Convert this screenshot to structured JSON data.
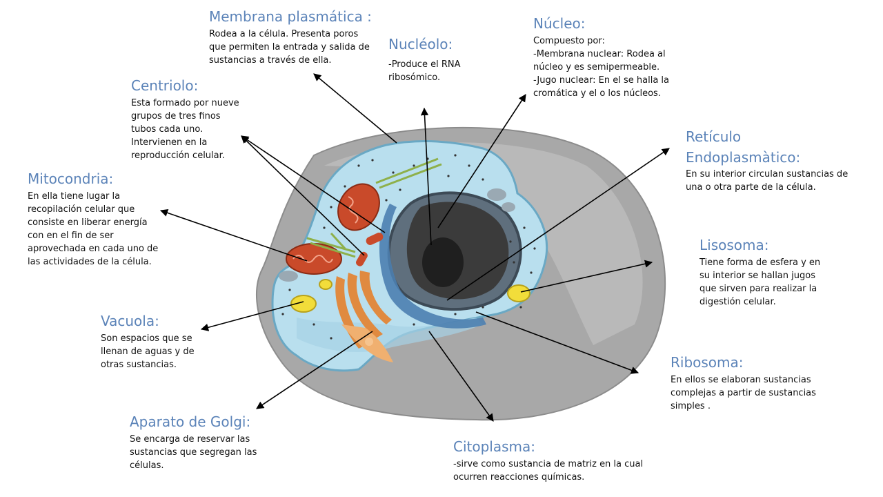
{
  "labels": {
    "membrana": {
      "title": "Membrana plasmática :",
      "desc": "Rodea a la célula. Presenta  poros\nque permiten la entrada y salida de\nsustancias a través de ella."
    },
    "nucleolo": {
      "title": "Nucléolo:",
      "desc": "-Produce el RNA\nribosómico."
    },
    "nucleo": {
      "title": "Núcleo:",
      "desc": "Compuesto por:\n-Membrana nuclear: Rodea al\nnúcleo y es semipermeable.\n-Jugo nuclear: En el se halla la\ncromática y el o los núcleos."
    },
    "centriolo": {
      "title": "Centriolo:",
      "desc": "Esta formado por nueve\ngrupos de tres finos\ntubos cada uno.\nIntervienen en la\nreproducción celular."
    },
    "reticulo": {
      "title": "Retículo\nEndoplasmàtico:",
      "desc": "En su interior circulan sustancias de\nuna o otra parte de la célula."
    },
    "mitocondria": {
      "title": "Mitocondria:",
      "desc": "En ella tiene lugar la\nrecopilación celular que\nconsiste en liberar energía\ncon en el fin de ser\naprovechada en cada uno de\nlas actividades de la célula."
    },
    "lisosoma": {
      "title": "Lisosoma:",
      "desc": "Tiene forma de esfera y en\nsu interior se hallan jugos\nque sirven para realizar la\ndigestión celular."
    },
    "vacuola": {
      "title": "Vacuola:",
      "desc": "Son espacios que se\nllenan de aguas y de\notras sustancias."
    },
    "ribosoma": {
      "title": "Ribosoma:",
      "desc": "En ellos se elaboran sustancias\ncomplejas a partir de sustancias\nsimples ."
    },
    "golgi": {
      "title": "Aparato de Golgi:",
      "desc": "Se encarga de reservar  las\nsustancias que segregan las\ncélulas."
    },
    "citoplasma": {
      "title": "Citoplasma:",
      "desc": "-sirve como sustancia de matriz en la cual\nocurren reacciones químicas."
    }
  },
  "colors": {
    "title": "#5b83b8",
    "cytoplasm": "#b9dfee",
    "outer_cell": "#a9a9a9",
    "nucleus": "#4a4a4a",
    "mitochondria": "#c94a2a",
    "golgi": "#e89a55",
    "vacuole": "#f2dd3a"
  }
}
